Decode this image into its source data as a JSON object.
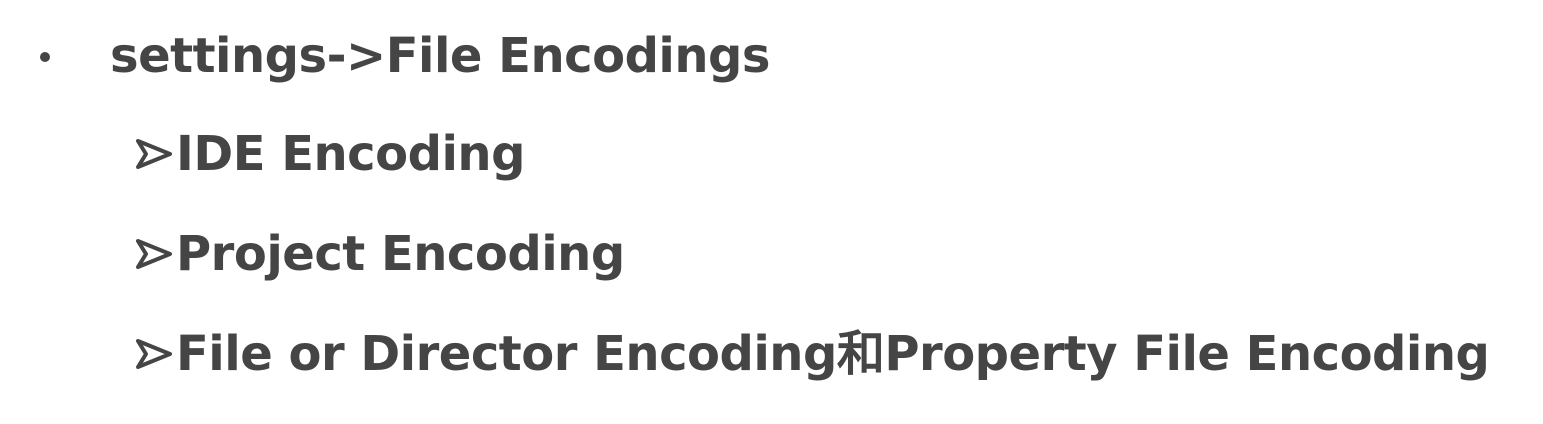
{
  "slide": {
    "heading": "settings->File Encodings",
    "items": [
      {
        "label": "IDE Encoding"
      },
      {
        "label": "Project Encoding"
      },
      {
        "label": "File or Director Encoding和Property File Encoding"
      }
    ],
    "icons": {
      "bullet": "bullet-dot-icon",
      "item_marker": "arrow-right-icon"
    },
    "colors": {
      "text": "#454545",
      "background": "#ffffff"
    }
  }
}
